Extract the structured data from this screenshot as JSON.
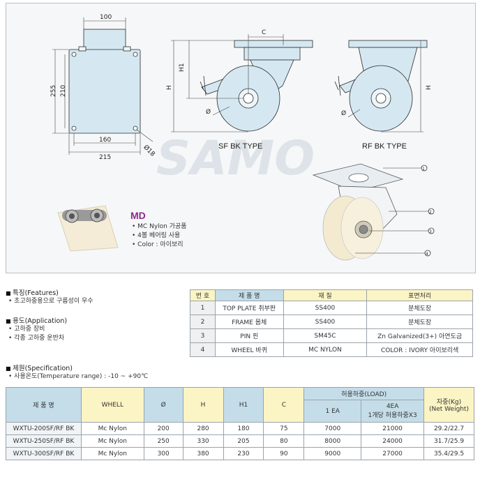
{
  "drawing": {
    "dim_top_width": "100",
    "dim_height_outer": "255",
    "dim_height_inner": "210",
    "dim_bottom_inner": "160",
    "dim_bottom_outer": "215",
    "dim_hole": "Ø18",
    "dim_c": "C",
    "dim_h1": "H1",
    "dim_h": "H",
    "dim_dia": "Ø",
    "sf_label": "SF BK TYPE",
    "rf_label": "RF BK TYPE",
    "watermark": "SAMO",
    "callouts": [
      "1",
      "2",
      "3",
      "4"
    ]
  },
  "md": {
    "title": "MD",
    "items": [
      "MC Nylon 가공품",
      "4볼 베어링 사용",
      "Color : 아이보리"
    ]
  },
  "features": {
    "heading": "특징(Features)",
    "items": [
      "초고하중용으로 구름성이 우수"
    ]
  },
  "application": {
    "heading": "용도(Application)",
    "items": [
      "고하중 장비",
      "각종 고하중 운반차"
    ]
  },
  "specification": {
    "heading": "제원(Specification)",
    "items": [
      "사용온도(Temperature range) : -10 ~ +90℃"
    ]
  },
  "materials": {
    "headers": [
      "번 호",
      "제 품 명",
      "재 질",
      "표면처리"
    ],
    "rows": [
      [
        "1",
        "TOP PLATE  취부판",
        "SS400",
        "분체도장"
      ],
      [
        "2",
        "FRAME  몸체",
        "SS400",
        "분체도장"
      ],
      [
        "3",
        "PIN  핀",
        "SM45C",
        "Zn Galvanized(3+)  아연도금"
      ],
      [
        "4",
        "WHEEL  바퀴",
        "MC NYLON",
        "COLOR : IVORY 아이보리색"
      ]
    ]
  },
  "spec_table": {
    "headers": {
      "product": "제 품 명",
      "wheel": "WHELL",
      "dia": "Ø",
      "h": "H",
      "h1": "H1",
      "c": "C",
      "load": "허용하중(LOAD)",
      "load_1ea": "1 EA",
      "load_4ea_line1": "4EA",
      "load_4ea_line2": "1개당 허용하중X3",
      "weight_line1": "자중(Kg)",
      "weight_line2": "(Net Weight)"
    },
    "rows": [
      [
        "WXTU-200SF/RF BK",
        "Mc Nylon",
        "200",
        "280",
        "180",
        "75",
        "7000",
        "21000",
        "29.2/22.7"
      ],
      [
        "WXTU-250SF/RF BK",
        "Mc Nylon",
        "250",
        "330",
        "205",
        "80",
        "8000",
        "24000",
        "31.7/25.9"
      ],
      [
        "WXTU-300SF/RF BK",
        "Mc Nylon",
        "300",
        "380",
        "230",
        "90",
        "9000",
        "27000",
        "35.4/29.5"
      ]
    ]
  },
  "colors": {
    "part_fill": "#d5e8f2",
    "line": "#2a2a2a",
    "header_blue": "#c4dde9",
    "header_yellow": "#fbf4c4",
    "md_title": "#8a2a8a"
  }
}
